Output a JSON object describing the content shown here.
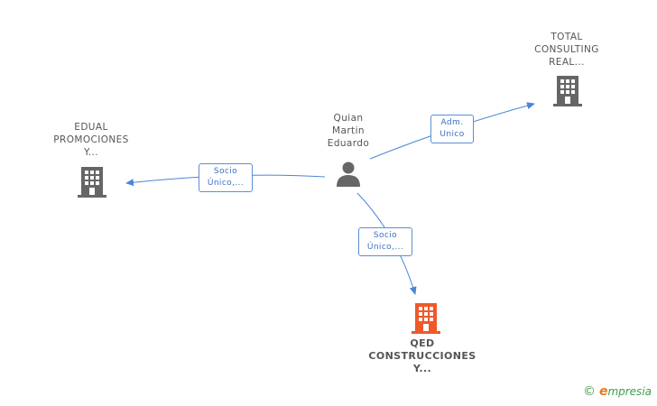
{
  "nodes": {
    "person": {
      "label": "Quian\nMartin\nEduardo",
      "icon": "person-icon"
    },
    "total": {
      "label": "TOTAL\nCONSULTING\nREAL...",
      "icon": "building-icon"
    },
    "edual": {
      "label": "EDUAL\nPROMOCIONES\nY...",
      "icon": "building-icon"
    },
    "qed": {
      "label": "QED\nCONSTRUCCIONES\nY...",
      "icon": "building-icon",
      "highlighted": true
    }
  },
  "edges": {
    "to_total": {
      "label": "Adm.\nUnico"
    },
    "to_edual": {
      "label": "Socio\nÚnico,..."
    },
    "to_qed": {
      "label": "Socio\nÚnico,..."
    }
  },
  "colors": {
    "edge": "#4a86d8",
    "building": "#666666",
    "building_highlight": "#f0582a",
    "person": "#666666"
  },
  "brand": {
    "copyright": "©",
    "initial": "e",
    "name": "mpresia"
  }
}
